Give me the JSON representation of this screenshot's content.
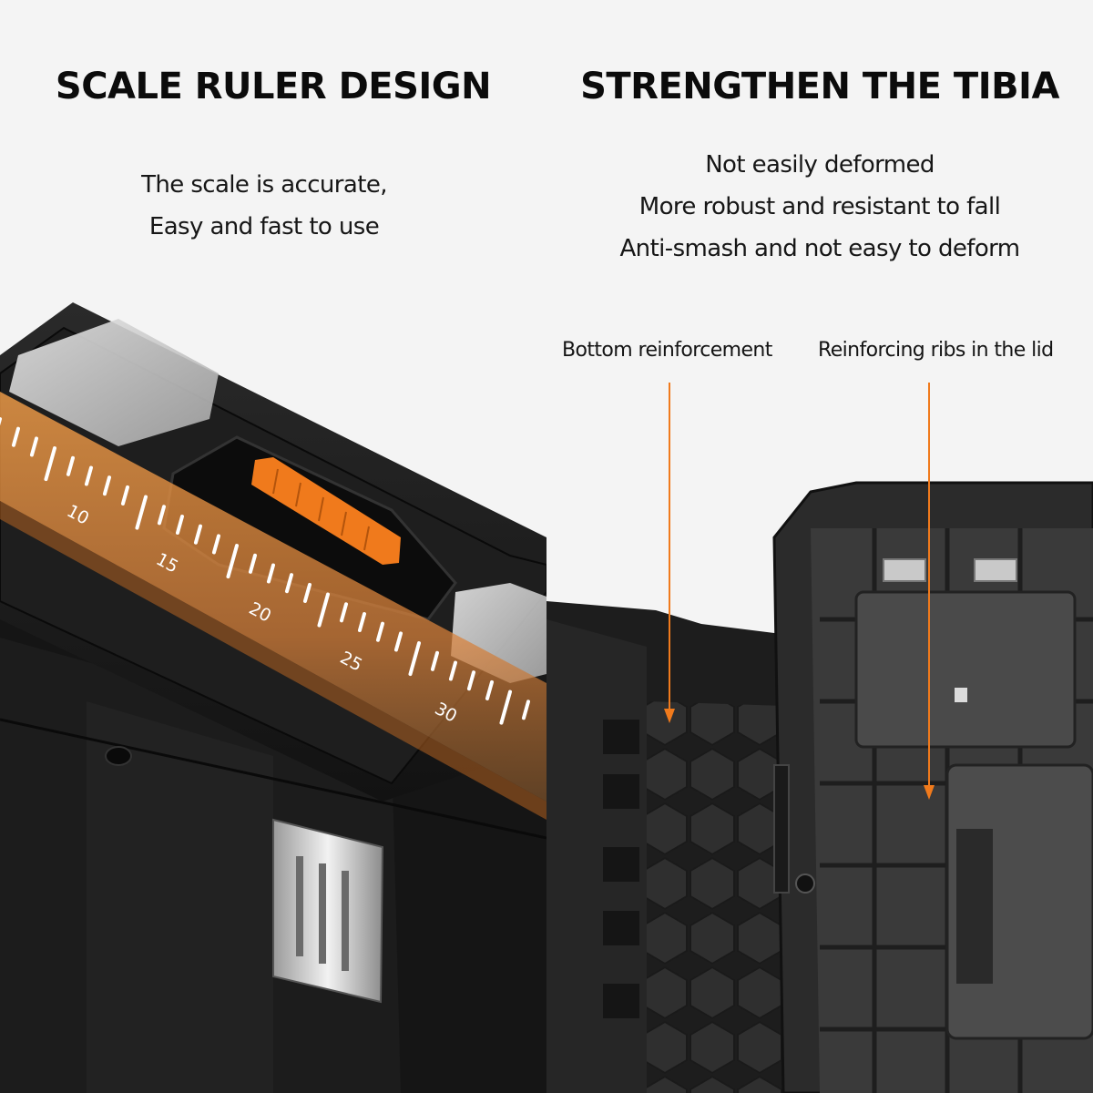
{
  "left_panel": {
    "title": "SCALE RULER DESIGN",
    "description": [
      "The scale is accurate,",
      "Easy and fast to use"
    ],
    "ruler_labels": [
      "10",
      "15",
      "20",
      "25",
      "30"
    ]
  },
  "right_panel": {
    "title": "STRENGTHEN THE TIBIA",
    "description": [
      "Not easily deformed",
      "More robust and resistant to fall",
      "Anti-smash and not easy to deform"
    ],
    "callouts": {
      "bottom": "Bottom reinforcement",
      "lid": "Reinforcing ribs in the lid"
    }
  },
  "colors": {
    "background": "#f4f4f4",
    "accent_orange": "#f07a1c",
    "box_black": "#1a1a1a"
  }
}
